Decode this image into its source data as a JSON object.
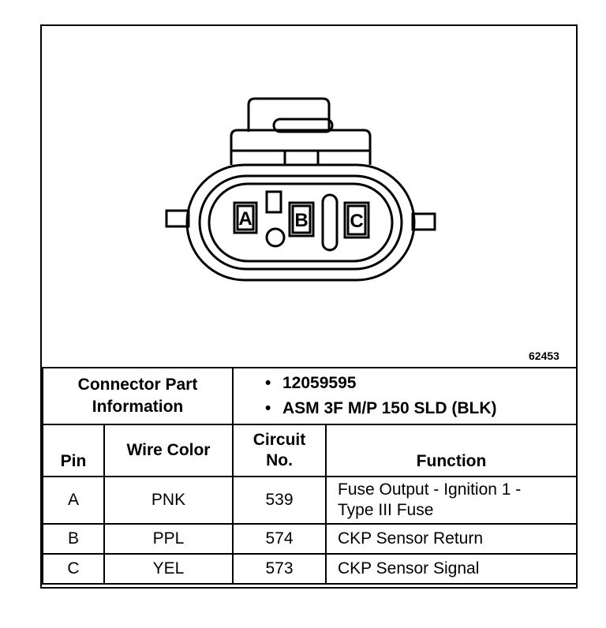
{
  "connector": {
    "pins": [
      "A",
      "B",
      "C"
    ],
    "figure_number": "62453"
  },
  "part_info": {
    "label_line1": "Connector Part",
    "label_line2": "Information",
    "items": [
      "12059595",
      "ASM 3F M/P 150 SLD (BLK)"
    ]
  },
  "table": {
    "headers": {
      "pin": "Pin",
      "wire_color": "Wire Color",
      "circuit_line1": "Circuit",
      "circuit_line2": "No.",
      "function": "Function"
    },
    "rows": [
      {
        "pin": "A",
        "wire_color": "PNK",
        "circuit": "539",
        "function_line1": "Fuse Output - Ignition 1 -",
        "function_line2": "Type III Fuse"
      },
      {
        "pin": "B",
        "wire_color": "PPL",
        "circuit": "574",
        "function_line1": "CKP Sensor Return",
        "function_line2": ""
      },
      {
        "pin": "C",
        "wire_color": "YEL",
        "circuit": "573",
        "function_line1": "CKP Sensor Signal",
        "function_line2": ""
      }
    ]
  }
}
